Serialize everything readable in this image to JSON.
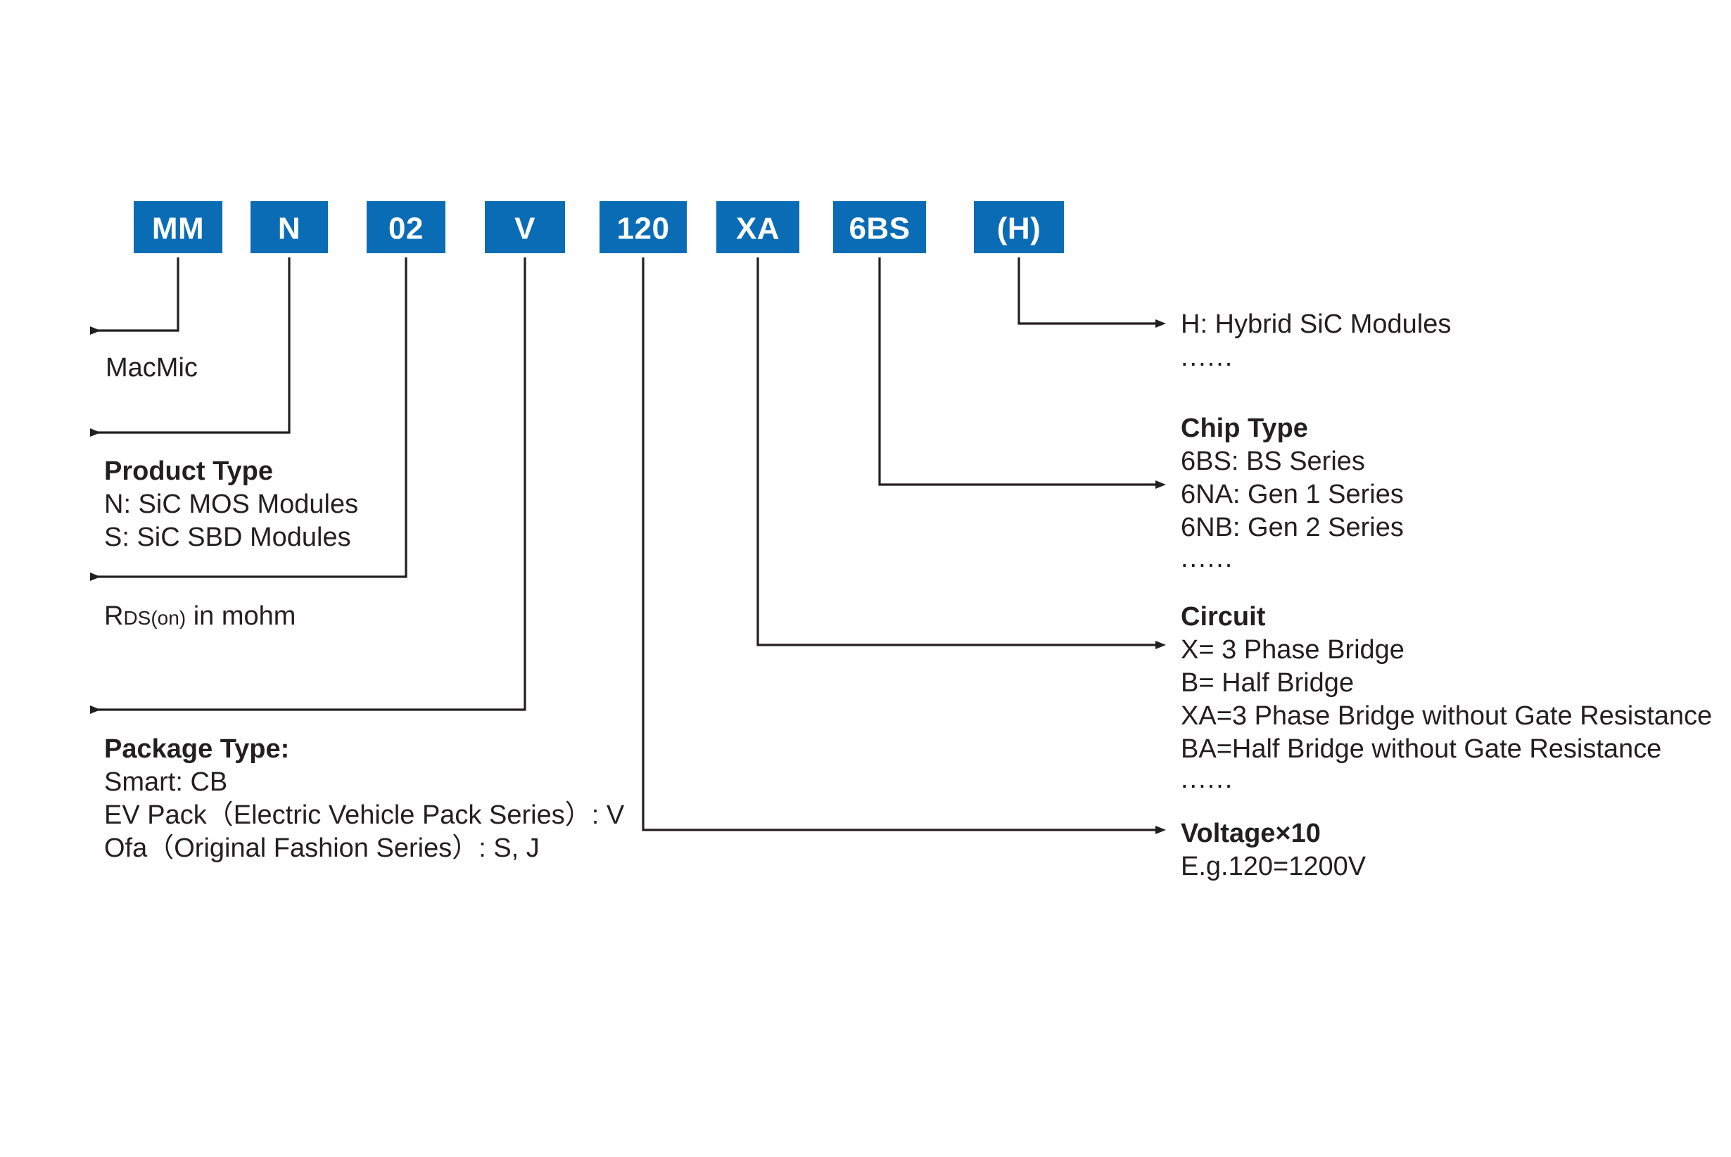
{
  "diagram": {
    "title_type": "part-number-decoder",
    "accent_color": "#0a6cb5",
    "text_color": "#231f20",
    "background": "#ffffff",
    "code_boxes": [
      {
        "id": "box-mm",
        "label": "MM"
      },
      {
        "id": "box-n",
        "label": "N"
      },
      {
        "id": "box-02",
        "label": "02"
      },
      {
        "id": "box-v",
        "label": "V"
      },
      {
        "id": "box-120",
        "label": "120"
      },
      {
        "id": "box-xa",
        "label": "XA"
      },
      {
        "id": "box-6bs",
        "label": "6BS"
      },
      {
        "id": "box-h",
        "label": "(H)"
      }
    ],
    "left_callouts": [
      {
        "id": "callout-brand",
        "source_box": "MM",
        "heading": "",
        "lines": [
          "MacMic"
        ]
      },
      {
        "id": "callout-product-type",
        "source_box": "N",
        "heading": "Product Type",
        "lines": [
          "N: SiC MOS Modules",
          "S: SiC SBD Modules"
        ]
      },
      {
        "id": "callout-rds-on",
        "source_box": "02",
        "heading": "",
        "lines": [
          "RDS(on) in mohm"
        ],
        "rds_prefix": "R",
        "rds_subscript": "DS(on)",
        "rds_suffix": " in mohm"
      },
      {
        "id": "callout-package-type",
        "source_box": "V",
        "heading": "Package Type:",
        "lines": [
          "Smart: CB",
          "EV Pack（Electric Vehicle Pack Series）: V",
          "Ofa（Original Fashion Series）: S, J"
        ]
      }
    ],
    "right_callouts": [
      {
        "id": "callout-hybrid",
        "source_box": "(H)",
        "heading": "",
        "lines": [
          "H: Hybrid SiC Modules",
          "......"
        ]
      },
      {
        "id": "callout-chip-type",
        "source_box": "6BS",
        "heading": "Chip Type",
        "lines": [
          "6BS: BS Series",
          "6NA: Gen 1 Series",
          "6NB: Gen 2 Series",
          "......"
        ]
      },
      {
        "id": "callout-circuit",
        "source_box": "XA",
        "heading": "Circuit",
        "lines": [
          "X= 3 Phase Bridge",
          "B= Half Bridge",
          "XA=3 Phase Bridge without Gate Resistance",
          "BA=Half Bridge without Gate Resistance",
          "......"
        ]
      },
      {
        "id": "callout-voltage",
        "source_box": "120",
        "heading": "Voltage×10",
        "lines": [
          "E.g.120=1200V"
        ]
      }
    ]
  }
}
